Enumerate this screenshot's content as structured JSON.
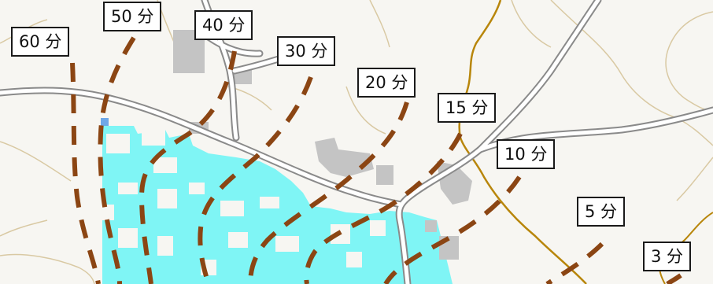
{
  "map": {
    "colors": {
      "background": "#f7f6f2",
      "road_outline": "#8a8a8a",
      "road_fill": "#ffffff",
      "contour": "#d9c9a3",
      "river": "#b8860b",
      "building": "#c4c4c4",
      "water_area": "#7ff5f5",
      "isochrone": "#8b4513",
      "label_border": "#1a1a1a"
    },
    "isochrones": [
      {
        "id": "60",
        "label": "60 分"
      },
      {
        "id": "50",
        "label": "50 分"
      },
      {
        "id": "40",
        "label": "40 分"
      },
      {
        "id": "30",
        "label": "30 分"
      },
      {
        "id": "20",
        "label": "20 分"
      },
      {
        "id": "15",
        "label": "15 分"
      },
      {
        "id": "10",
        "label": "10 分"
      },
      {
        "id": "5",
        "label": "5 分"
      },
      {
        "id": "3",
        "label": "3 分"
      }
    ]
  }
}
